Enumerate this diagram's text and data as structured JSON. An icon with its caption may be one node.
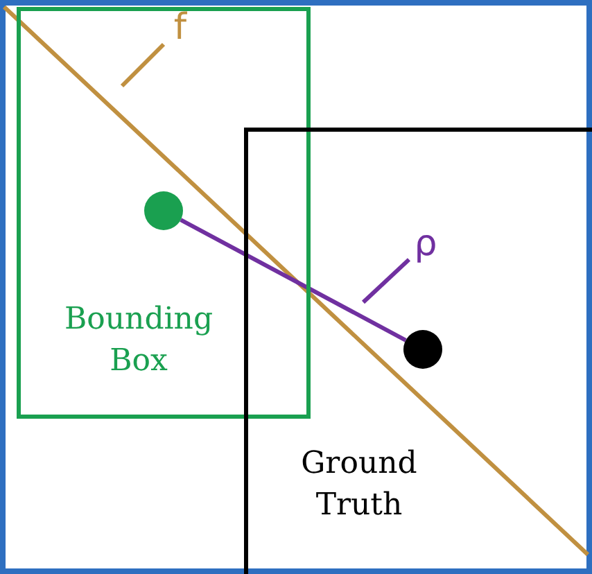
{
  "diagram": {
    "nodes": [
      {
        "text": [
          "Bounding Box"
        ]
      },
      {
        "text": [
          "Ground Truth"
        ]
      },
      {
        "text": [],
        "shape": "circle",
        "in": 0
      },
      {
        "text": [],
        "shape": "circle",
        "in": 1
      },
      {
        "text": [
          "f"
        ],
        "in": 0
      },
      {
        "text": [
          "ρ"
        ],
        "in": 1
      }
    ],
    "edges": [
      {
        "from": 2,
        "to": 3,
        "arrow": "none",
        "color": "#7030a0"
      },
      {
        "from": 4,
        "to": null,
        "arrow": "none",
        "color": "#c09040"
      },
      {
        "from": 5,
        "to": null,
        "arrow": "none",
        "color": "#7030a0"
      }
    ]
  }
}
